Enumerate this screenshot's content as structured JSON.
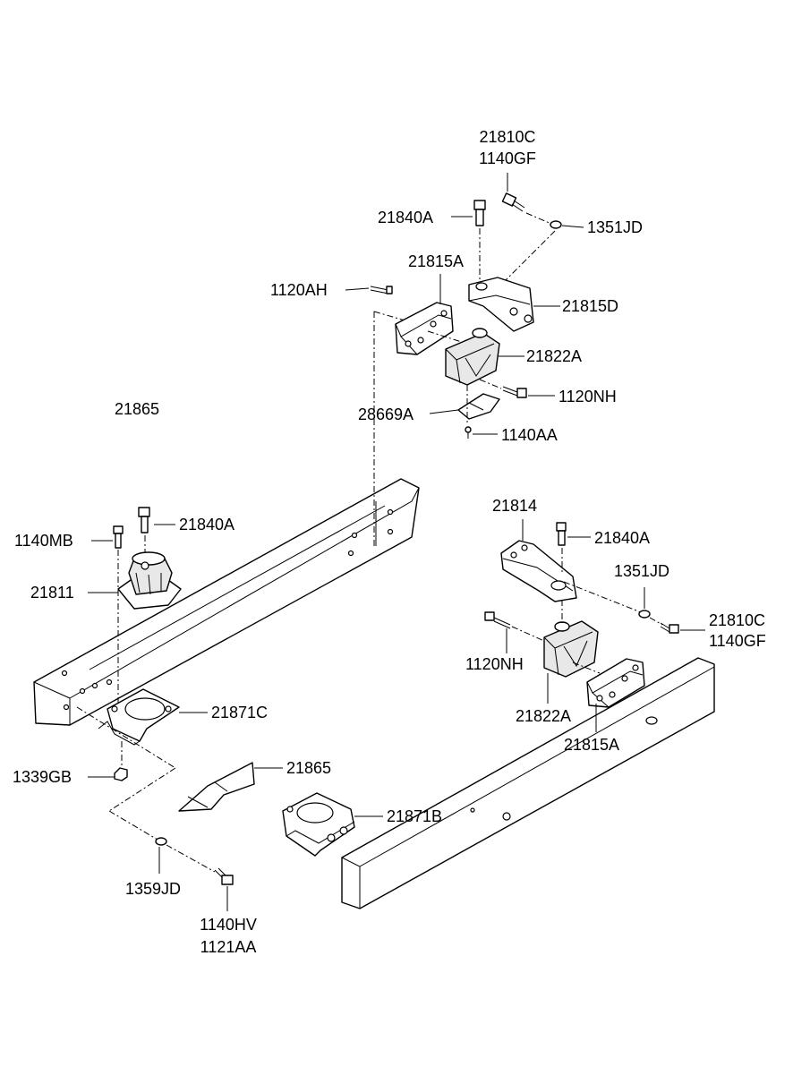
{
  "labels": {
    "top_21810c": "21810C",
    "top_1140gf": "1140GF",
    "top_21840a": "21840A",
    "top_1351jd": "1351JD",
    "top_21815a": "21815A",
    "top_1120ah": "1120AH",
    "top_21815d": "21815D",
    "top_21822a": "21822A",
    "top_1120nh": "1120NH",
    "top_28669a": "28669A",
    "top_1140aa": "1140AA",
    "loose_21865": "21865",
    "left_21840a": "21840A",
    "left_1140mb": "1140MB",
    "left_21811": "21811",
    "left_21871c": "21871C",
    "left_1339gb": "1339GB",
    "left_21865": "21865",
    "left_1359jd": "1359JD",
    "left_1140hv": "1140HV",
    "left_1121aa": "1121AA",
    "right_21814": "21814",
    "right_21840a": "21840A",
    "right_1351jd": "1351JD",
    "right_21810c": "21810C",
    "right_1140gf": "1140GF",
    "right_1120nh": "1120NH",
    "right_21822a": "21822A",
    "right_21815a": "21815A",
    "right_21871b": "21871B"
  }
}
